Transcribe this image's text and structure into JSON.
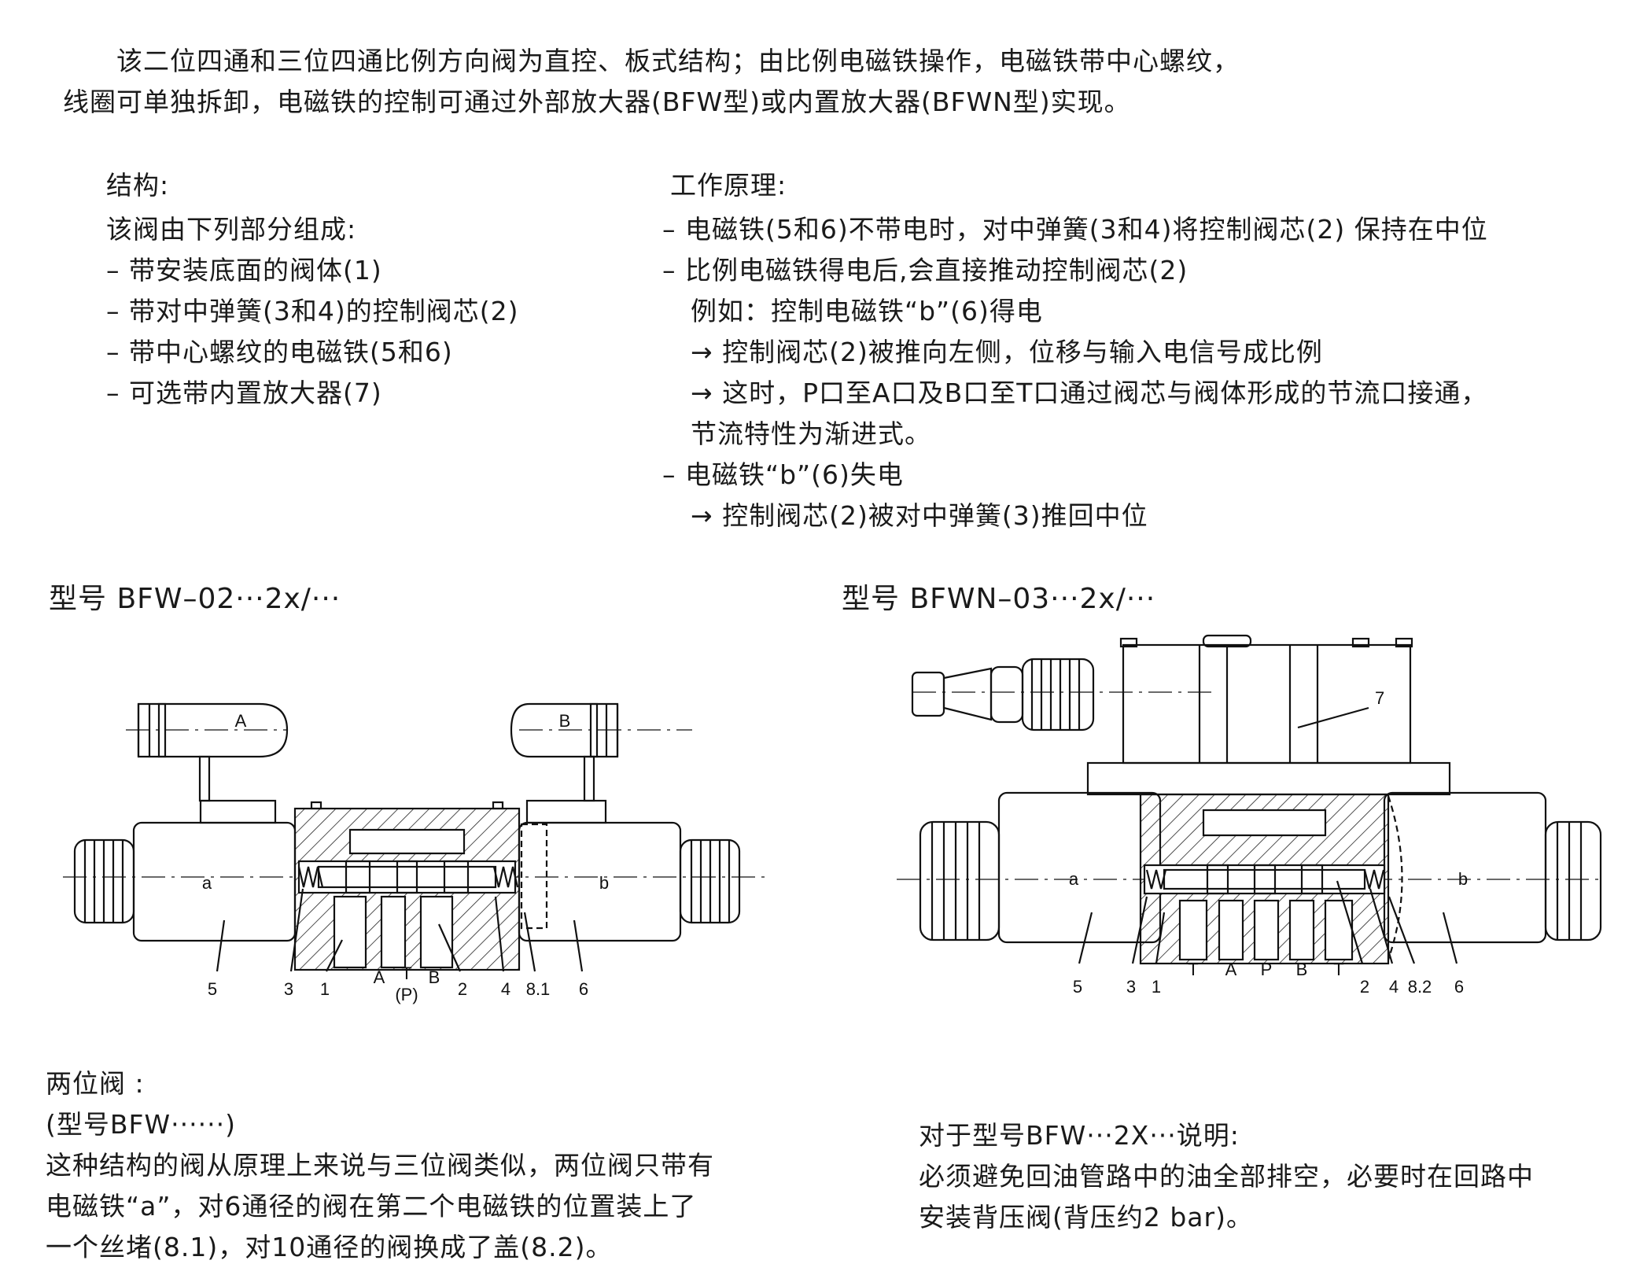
{
  "intro": {
    "line1": "该二位四通和三位四通比例方向阀为直控、板式结构；由比例电磁铁操作，电磁铁带中心螺纹，",
    "line2": "线圈可单独拆卸，电磁铁的控制可通过外部放大器(BFW型)或内置放大器(BFWN型)实现。"
  },
  "structure": {
    "heading": "结构:",
    "lines": [
      "该阀由下列部分组成:",
      "– 带安装底面的阀体(1)",
      "– 带对中弹簧(3和4)的控制阀芯(2)",
      "– 带中心螺纹的电磁铁(5和6)",
      "– 可选带内置放大器(7)"
    ]
  },
  "principle": {
    "heading": "工作原理:",
    "lines": [
      "– 电磁铁(5和6)不带电时，对中弹簧(3和4)将控制阀芯(2) 保持在中位",
      "– 比例电磁铁得电后,会直接推动控制阀芯(2)",
      "例如：控制电磁铁“b”(6)得电",
      "→ 控制阀芯(2)被推向左侧，位移与输入电信号成比例",
      "→ 这时，P口至A口及B口至T口通过阀芯与阀体形成的节流口接通，",
      "节流特性为渐进式。",
      "– 电磁铁“b”(6)失电",
      "→ 控制阀芯(2)被对中弹簧(3)推回中位"
    ]
  },
  "models": {
    "left": "型号 BFW–02···2x/···",
    "right": "型号 BFWN–03···2x/···"
  },
  "diagram_left": {
    "coil_a": "A",
    "coil_b": "B",
    "solenoid_a": "a",
    "solenoid_b": "b",
    "ports": [
      "A",
      "T",
      "B"
    ],
    "port_p": "(P)",
    "callouts": [
      "5",
      "3",
      "1",
      "2",
      "4",
      "8.1",
      "6"
    ]
  },
  "diagram_right": {
    "solenoid_a": "a",
    "solenoid_b": "b",
    "amp_label": "7",
    "ports": [
      "T",
      "A",
      "P",
      "B",
      "T"
    ],
    "callouts": [
      "5",
      "3",
      "1",
      "2",
      "4",
      "8.2",
      "6"
    ]
  },
  "two_position": {
    "title": "两位阀 :",
    "subtitle": "(型号BFW······)",
    "lines": [
      "这种结构的阀从原理上来说与三位阀类似，两位阀只带有",
      "电磁铁“a”，对6通径的阀在第二个电磁铁的位置装上了",
      "一个丝堵(8.1)，对10通径的阀换成了盖(8.2)。"
    ]
  },
  "note": {
    "title": "对于型号BFW···2X···说明:",
    "lines": [
      "必须避免回油管路中的油全部排空，必要时在回路中",
      "安装背压阀(背压约2 bar)。"
    ]
  }
}
